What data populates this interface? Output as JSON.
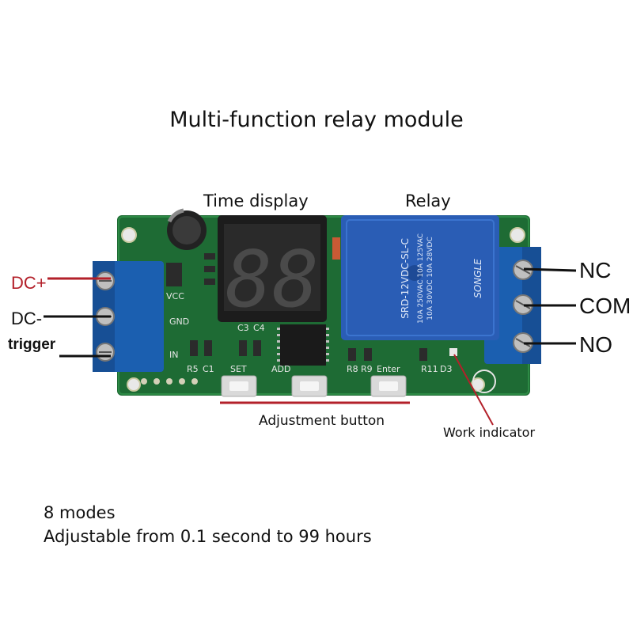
{
  "title": "Multi-function relay module",
  "callouts": {
    "time_display": "Time display",
    "relay": "Relay",
    "dc_plus": "DC+",
    "dc_minus": "DC-",
    "trigger": "trigger",
    "nc": "NC",
    "com": "COM",
    "no": "NO",
    "adjustment_button": "Adjustment button",
    "work_indicator": "Work indicator"
  },
  "board": {
    "silkscreen": {
      "vcc": "VCC",
      "gnd": "GND",
      "in": "IN",
      "r5": "R5",
      "c1": "C1",
      "set": "SET",
      "add": "ADD",
      "enter": "Enter",
      "r8": "R8",
      "r9": "R9",
      "r11": "R11",
      "d3": "D3",
      "c3": "C3",
      "c4": "C4"
    },
    "display_digits": "88",
    "relay_text": {
      "model": "SRD-12VDC-SL-C",
      "rating1": "10A 250VAC 10A 125VAC",
      "rating2": "10A 30VDC 10A 28VDC",
      "brand": "SONGLE"
    }
  },
  "notes": {
    "modes": "8 modes",
    "range": "Adjustable from 0.1 second to 99 hours"
  },
  "colors": {
    "pcb": "#1e6b34",
    "terminal": "#1b5fb0",
    "relay_body": "#2a5db5",
    "callout_red": "#b3202a",
    "display": "#1c1c1c"
  }
}
